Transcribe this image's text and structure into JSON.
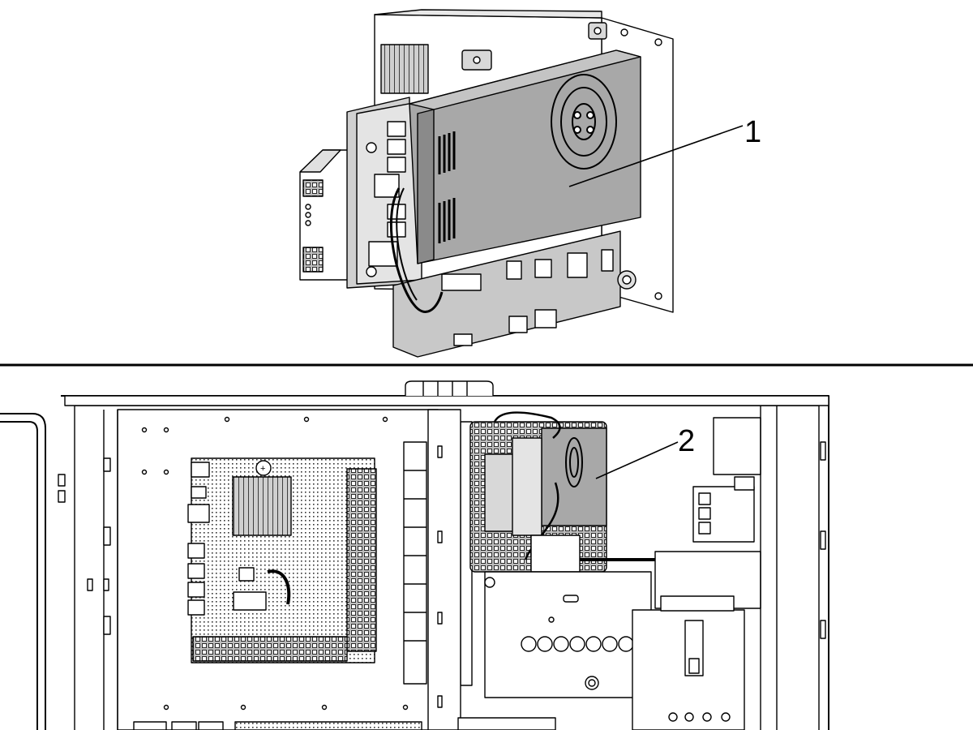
{
  "callouts": [
    {
      "id": "1",
      "label": "1"
    },
    {
      "id": "2",
      "label": "2"
    }
  ],
  "colors": {
    "stroke": "#000000",
    "panel_fill": "#ffffff",
    "module_fill": "#a8a8a8",
    "module_dark": "#8a8a8a",
    "light_fill": "#e8e8e8"
  }
}
